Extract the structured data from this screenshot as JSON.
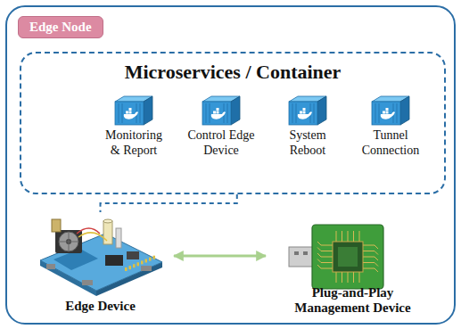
{
  "diagram": {
    "nodes": [
      {
        "text": [
          "Edge Node"
        ]
      },
      {
        "text": [
          "Microservices / Container"
        ],
        "in": 0
      },
      {
        "text": [
          "Monitoring & Report"
        ],
        "in": 1
      },
      {
        "text": [
          "Control Edge Device"
        ],
        "in": 1
      },
      {
        "text": [
          "System Reboot"
        ],
        "in": 1
      },
      {
        "text": [
          "Tunnel Connection"
        ],
        "in": 1
      },
      {
        "text": [
          "Edge Device"
        ],
        "in": 0
      },
      {
        "text": [
          "Plug-and-Play Management Device"
        ],
        "in": 0
      }
    ],
    "edges": [
      {
        "from": 1,
        "to": 6,
        "arrow": "none"
      },
      {
        "from": 6,
        "to": 7,
        "arrow": "both"
      }
    ]
  }
}
